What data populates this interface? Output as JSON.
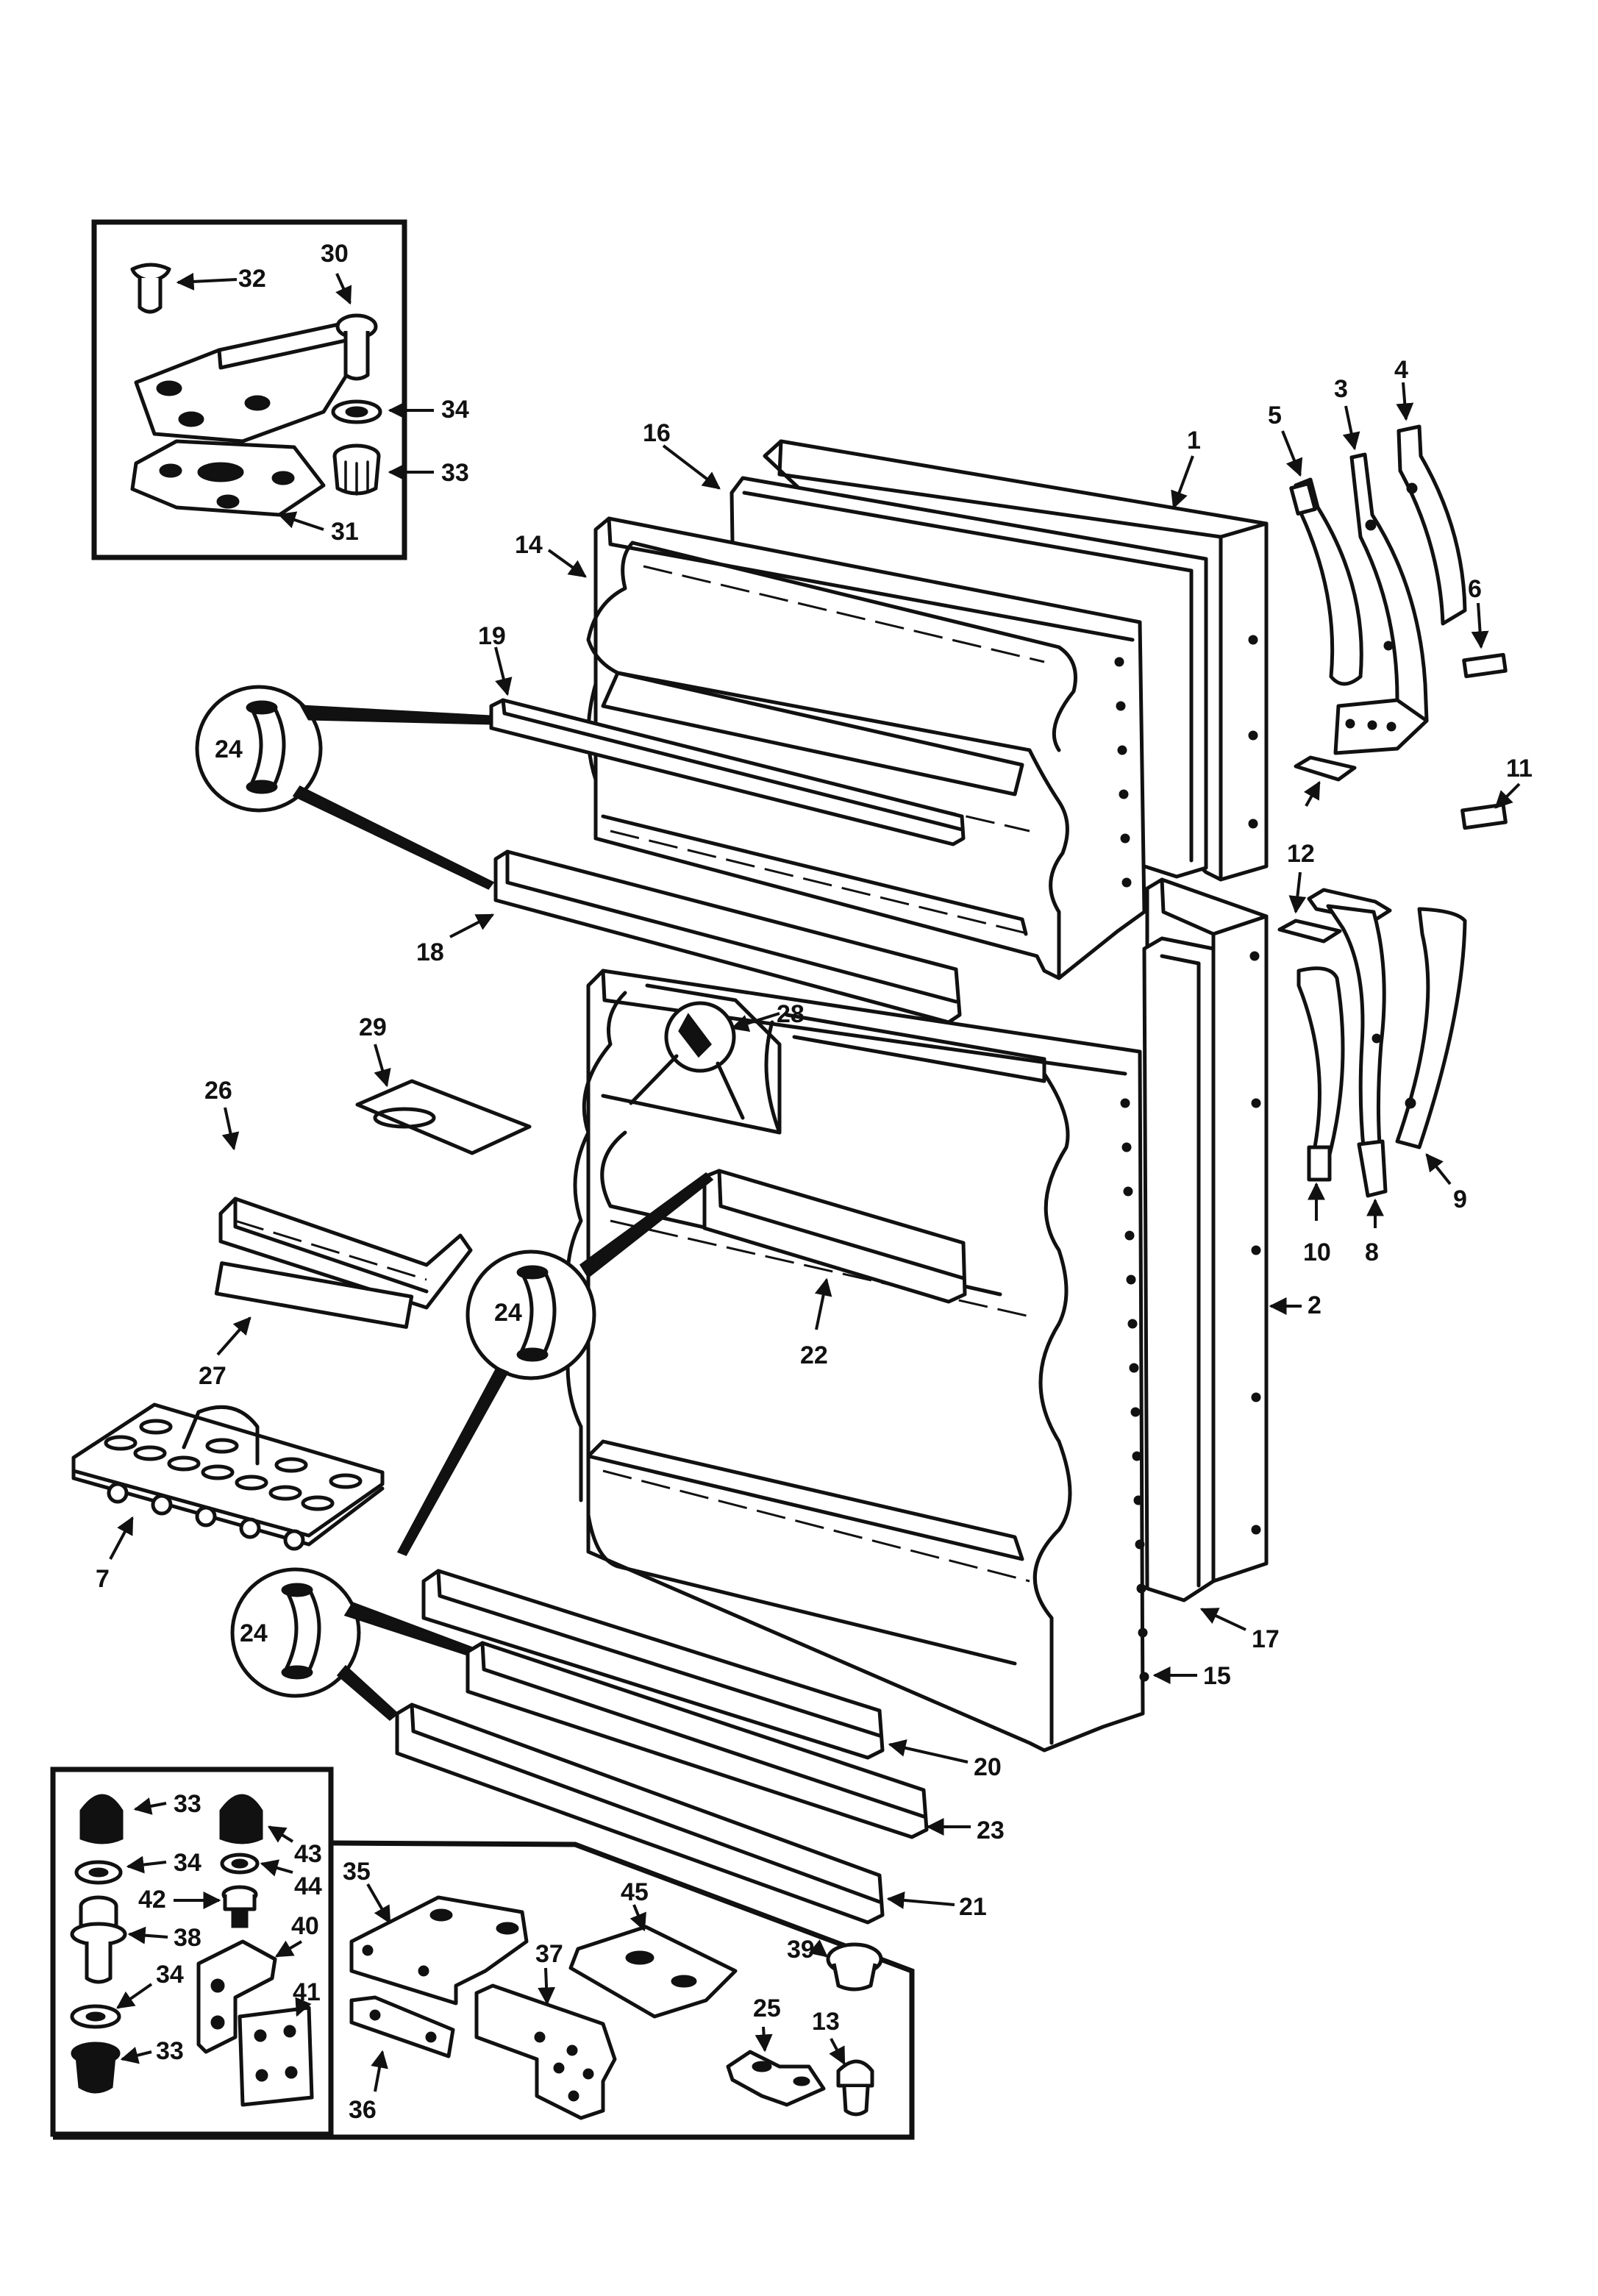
{
  "labels": {
    "l1": "1",
    "l2": "2",
    "l3": "3",
    "l4": "4",
    "l5": "5",
    "l6": "6",
    "l7": "7",
    "l8": "8",
    "l9": "9",
    "l10": "10",
    "l11": "11",
    "l12": "12",
    "l13": "13",
    "l14": "14",
    "l15": "15",
    "l16": "16",
    "l17": "17",
    "l18": "18",
    "l19": "19",
    "l20": "20",
    "l21": "21",
    "l22": "22",
    "l23": "23",
    "l24a": "24",
    "l24b": "24",
    "l24c": "24",
    "l25": "25",
    "l26": "26",
    "l27": "27",
    "l28": "28",
    "l29": "29",
    "l30": "30",
    "l31": "31",
    "l32": "32",
    "l33a": "33",
    "l33b": "33",
    "l33c": "33",
    "l34a": "34",
    "l34b": "34",
    "l34c": "34",
    "l35": "35",
    "l36": "36",
    "l37": "37",
    "l38": "38",
    "l39": "39",
    "l40": "40",
    "l41": "41",
    "l42": "42",
    "l43": "43",
    "l44": "44",
    "l45": "45"
  }
}
